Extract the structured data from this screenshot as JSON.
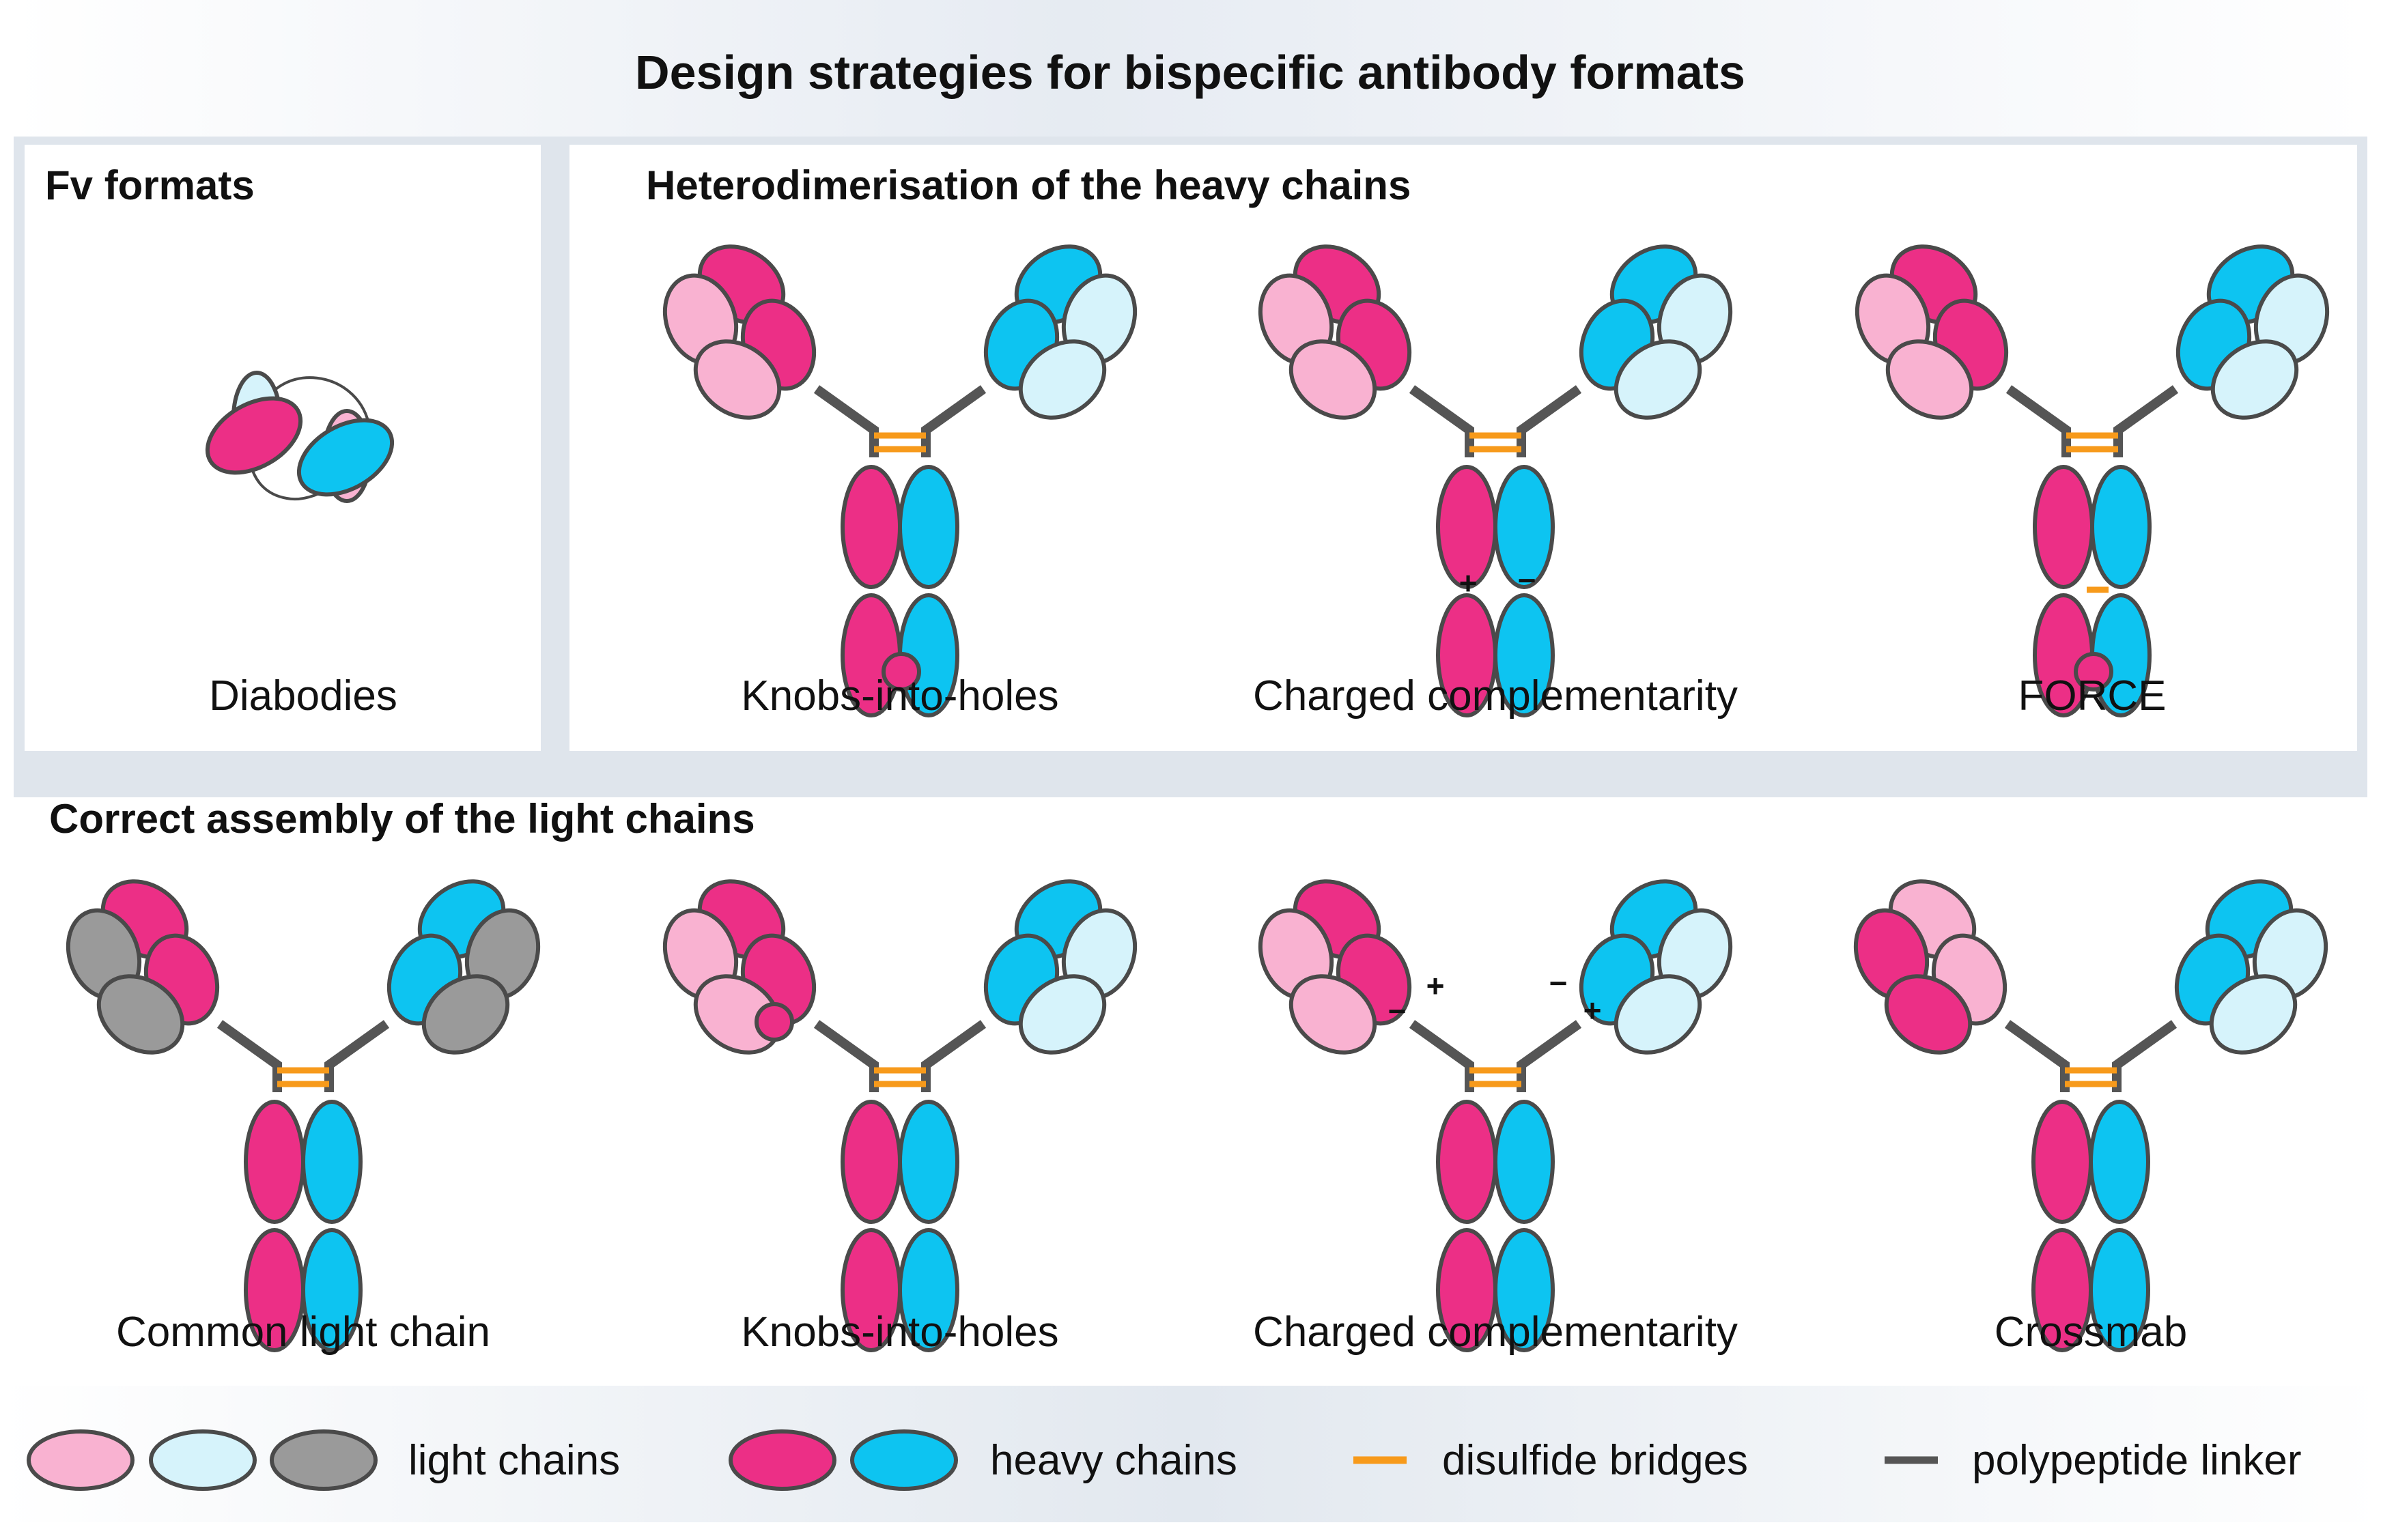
{
  "title": "Design strategies for bispecific antibody formats",
  "sections": {
    "fv": {
      "heading": "Fv formats",
      "items": [
        {
          "label": "Diabodies"
        }
      ]
    },
    "heavy": {
      "heading": "Heterodimerisation of the heavy chains",
      "items": [
        {
          "label": "Knobs-into-holes"
        },
        {
          "label": "Charged complementarity",
          "plus": "+",
          "minus": "−"
        },
        {
          "label": "FORCE"
        }
      ]
    },
    "light": {
      "heading": "Correct assembly of the light chains",
      "items": [
        {
          "label": "Common light chain"
        },
        {
          "label": "Knobs-into-holes"
        },
        {
          "label": "Charged complementarity",
          "plus": "+",
          "minus": "−"
        },
        {
          "label": "Crossmab"
        }
      ]
    }
  },
  "legend": {
    "light_chains": "light chains",
    "heavy_chains": "heavy chains",
    "disulfide": "disulfide bridges",
    "linker": "polypeptide linker"
  },
  "colors": {
    "light_pink": "#f9b2d1",
    "light_blue": "#d6f3fb",
    "grey": "#9a9a9a",
    "heavy_pink": "#ec2f86",
    "heavy_blue": "#0dc4f1",
    "disulfide": "#f79a1b",
    "linker": "#555555",
    "outline": "#4a4a4a"
  }
}
